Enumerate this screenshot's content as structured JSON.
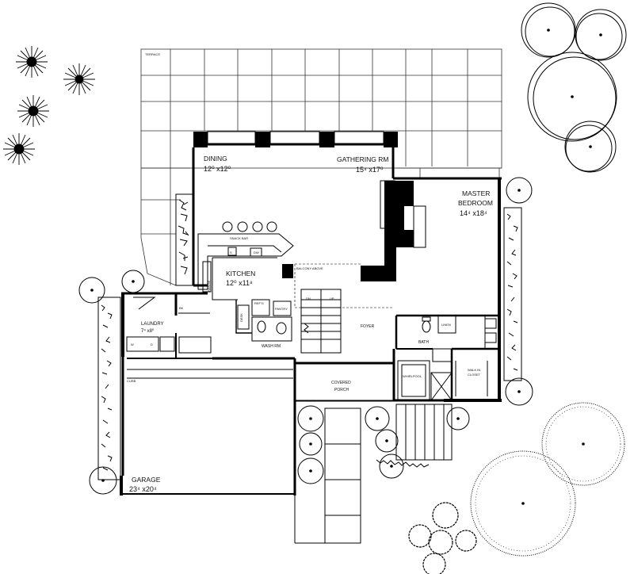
{
  "plan": {
    "terrace": "TERRACE",
    "rooms": {
      "dining": {
        "name": "DINING",
        "dim": "12⁰ x12⁰"
      },
      "gathering": {
        "name": "GATHERING RM",
        "dim": "15⁴ x17⁰"
      },
      "master": {
        "name": "MASTER",
        "name2": "BEDROOM",
        "dim": "14⁴ x18⁴"
      },
      "kitchen": {
        "name": "KITCHEN",
        "dim": "12⁰ x11⁸"
      },
      "laundry": {
        "name": "LAUNDRY",
        "dim": "7⁴ x8⁰"
      },
      "garage": {
        "name": "GARAGE",
        "dim": "23⁴ x20⁴"
      }
    },
    "labels": {
      "snack_bar": "SNACK BAR",
      "balcony": "BALCONY ABOVE",
      "foyer": "FOYER",
      "bath": "BATH",
      "wash_rm": "WASH RM",
      "covered": "COVERED",
      "porch": "PORCH",
      "linen": "LINEN",
      "walk_in": "WALK IN",
      "closet": "CLOSET",
      "whirlpool": "WHIRLPOOL",
      "pantry": "PANTRY",
      "refg": "REF'G",
      "dn": "DN",
      "up": "UP",
      "range": "RANGE",
      "curb": "CURB",
      "desk": "DESK",
      "dw": "DW",
      "s": "S",
      "bk": "BK",
      "w": "W",
      "d": "D"
    }
  }
}
